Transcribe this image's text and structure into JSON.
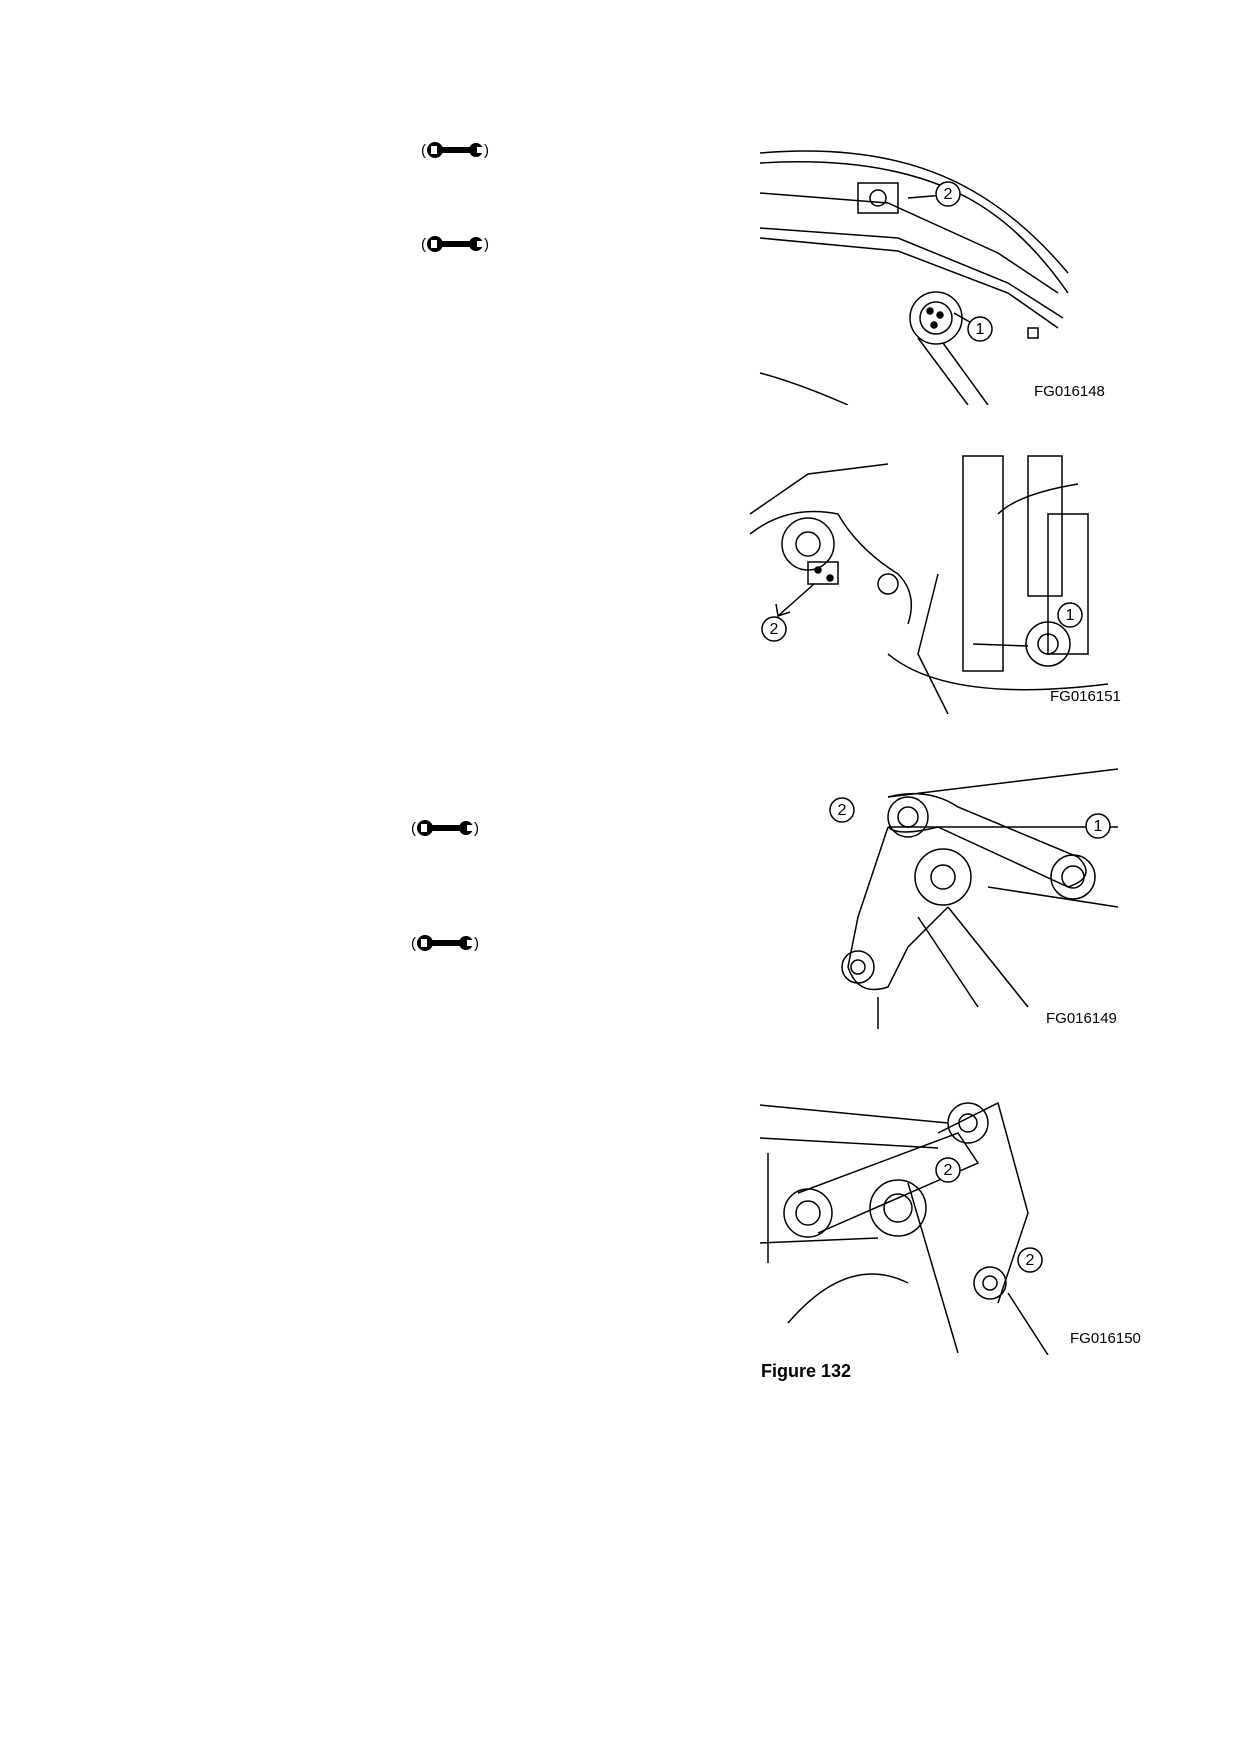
{
  "torque_icons": [
    {
      "icon": "wrench-icon",
      "open": "(",
      "close": ")"
    },
    {
      "icon": "wrench-icon",
      "open": "(",
      "close": ")"
    },
    {
      "icon": "wrench-icon",
      "open": "(",
      "close": ")"
    },
    {
      "icon": "wrench-icon",
      "open": "(",
      "close": ")"
    }
  ],
  "figures": [
    {
      "code": "FG016148",
      "callouts": [
        "2",
        "1"
      ]
    },
    {
      "code": "FG016151",
      "callouts": [
        "2",
        "1"
      ]
    },
    {
      "code": "FG016149",
      "callouts": [
        "2",
        "1"
      ]
    },
    {
      "code": "FG016150",
      "callouts": [
        "2",
        "2"
      ]
    }
  ],
  "caption": "Figure 132"
}
